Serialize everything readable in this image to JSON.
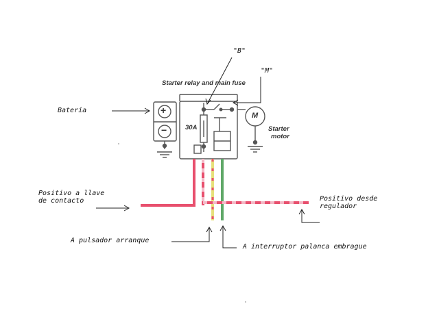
{
  "diagram": {
    "labels": {
      "b_terminal": "\"B\"",
      "m_terminal": "\"M\"",
      "bateria": "Batería",
      "positivo_llave_1": "Positivo a llave",
      "positivo_llave_2": "de contacto",
      "positivo_regulador_1": "Positivo desde",
      "positivo_regulador_2": "regulador",
      "pulsador": "A pulsador arranque",
      "embrague": "A interruptor palanca embrague"
    },
    "printed": {
      "relay_title": "Starter relay and main fuse",
      "fuse_rating": "30A",
      "motor_symbol": "M",
      "starter_1": "Starter",
      "starter_2": "motor",
      "battery_plus": "+",
      "battery_minus": "−"
    },
    "colors": {
      "wire_red": "#e8506e",
      "wire_yellow": "#e7e07a",
      "wire_green": "#5fa868",
      "wire_pink_dash": "#f4b8c6",
      "line": "#555555",
      "pen": "#222222"
    }
  }
}
